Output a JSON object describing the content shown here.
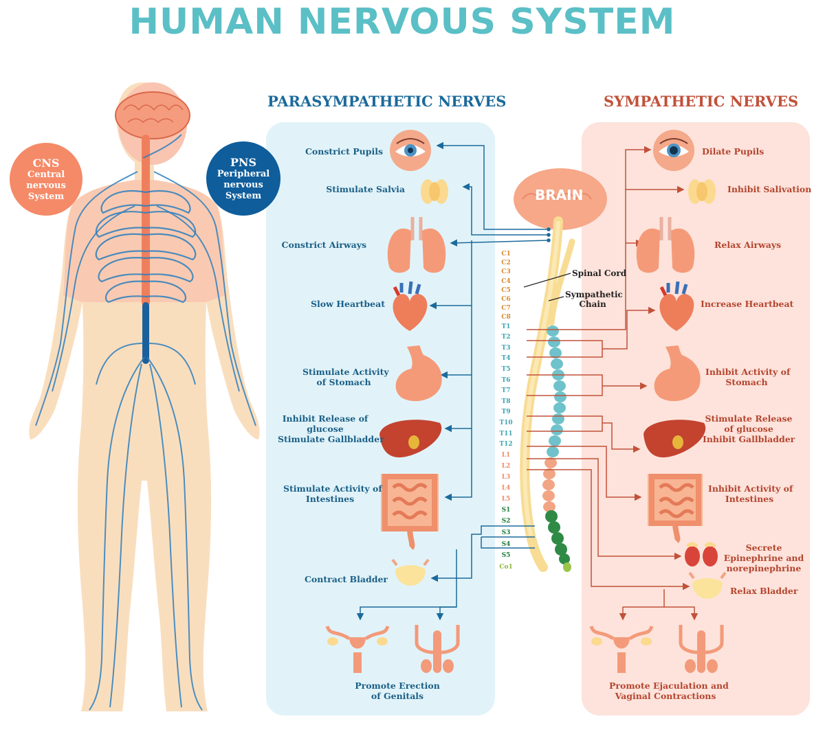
{
  "title": "HUMAN NERVOUS SYSTEM",
  "parasympathetic": {
    "heading": "PARASYMPATHETIC NERVES",
    "effects": [
      "Constrict Pupils",
      "Stimulate Salvia",
      "Constrict Airways",
      "Slow Heartbeat",
      "Stimulate Activity\nof Stomach",
      "Inhibit Release of\nglucose\nStimulate Gallbladder",
      "Stimulate Activity of\nIntestines",
      "Contract Bladder",
      "Promote Erection\nof Genitals"
    ]
  },
  "sympathetic": {
    "heading": "SYMPATHETIC NERVES",
    "effects": [
      "Dilate Pupils",
      "Inhibit Salivation",
      "Relax Airways",
      "Increase Heartbeat",
      "Inhibit Activity of\nStomach",
      "Stimulate Release\nof glucose\nInhibit Gallbladder",
      "Inhibit Activity of\nIntestines",
      "Secrete\nEpinephrine and\nnorepinephrine",
      "Relax Bladder",
      "Promote Ejaculation and\nVaginal Contractions"
    ]
  },
  "cns": {
    "abbr": "CNS",
    "name": "Central\nnervous\nSystem"
  },
  "pns": {
    "abbr": "PNS",
    "name": "Peripheral\nnervous\nSystem"
  },
  "center": {
    "brain": "BRAIN",
    "spinal_cord": "Spinal Cord",
    "sympathetic_chain": "Sympathetic\nChain"
  },
  "segments": {
    "cervical": [
      "C1",
      "C2",
      "C3",
      "C4",
      "C5",
      "C6",
      "C7",
      "C8"
    ],
    "thoracic": [
      "T1",
      "T2",
      "T3",
      "T4",
      "T5",
      "T6",
      "T7",
      "T8",
      "T9",
      "T10",
      "T11",
      "T12"
    ],
    "lumbar": [
      "L1",
      "L2",
      "L3",
      "L4",
      "L5"
    ],
    "sacral": [
      "S1",
      "S2",
      "S3",
      "S4",
      "S5"
    ],
    "coccygeal": [
      "Co1"
    ]
  },
  "colors": {
    "title": "#5bbfc6",
    "parasympathetic": "#1b6a9b",
    "sympathetic": "#c1513a",
    "para_panel": "#e1f3f9",
    "symp_panel": "#fde3db",
    "cervical": "#d8892a",
    "thoracic": "#3aa6b3",
    "lumbar": "#ef8b66",
    "sacral": "#1e7d3a",
    "coccygeal": "#8cb83a"
  },
  "icons": [
    "eye-icon",
    "salivary-gland-icon",
    "lungs-icon",
    "heart-icon",
    "stomach-icon",
    "liver-icon",
    "intestines-icon",
    "adrenal-glands-icon",
    "bladder-icon",
    "female-reproductive-icon",
    "male-reproductive-icon",
    "brain-icon",
    "human-body-figure"
  ]
}
